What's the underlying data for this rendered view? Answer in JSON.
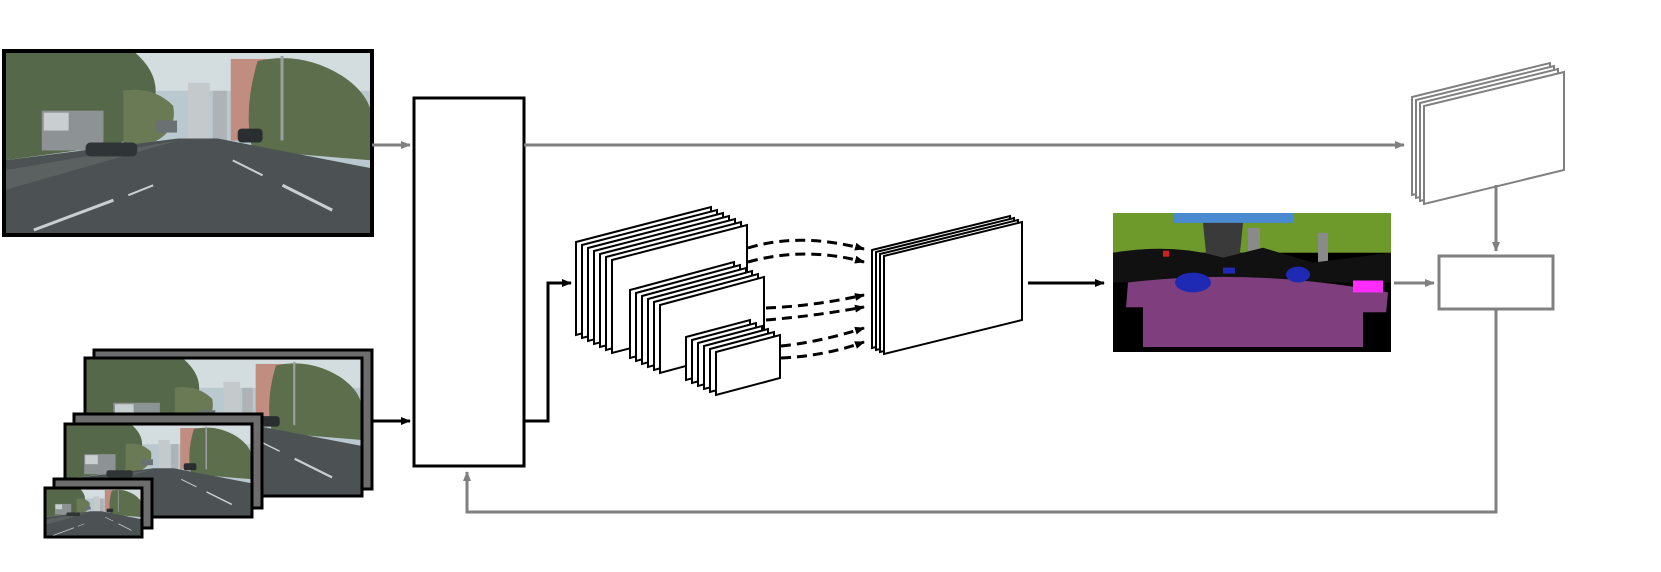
{
  "diagram": {
    "colors": {
      "background": "#ffffff",
      "black": "#000000",
      "gray_arrow": "#808080",
      "sky": "#b9c9cf",
      "road": "#4c5253",
      "trees": "#5a6b4a",
      "buildings": "#a8aeb0",
      "seg_vegetation": "#6e9a2c",
      "seg_road": "#7f3f7f",
      "seg_car": "#1e2ab4",
      "seg_sky": "#4a8ad0",
      "seg_sidewalk": "#ff2cff",
      "seg_void": "#000000",
      "seg_pole": "#8a8a8a"
    },
    "nodes": [
      {
        "id": "input-image",
        "kind": "image"
      },
      {
        "id": "image-pyramid",
        "kind": "image-stack",
        "levels": 4
      },
      {
        "id": "backbone",
        "kind": "box"
      },
      {
        "id": "multi-scale-features",
        "kind": "feature-stack",
        "scales": 3
      },
      {
        "id": "fused-features",
        "kind": "feature-stack"
      },
      {
        "id": "segmentation-output",
        "kind": "image"
      },
      {
        "id": "stored-features",
        "kind": "feature-stack"
      },
      {
        "id": "comparison-box",
        "kind": "box"
      }
    ],
    "edges": [
      {
        "from": "input-image",
        "to": "backbone",
        "style": "gray"
      },
      {
        "from": "image-pyramid",
        "to": "backbone",
        "style": "black"
      },
      {
        "from": "backbone",
        "to": "stored-features",
        "style": "gray"
      },
      {
        "from": "backbone",
        "to": "multi-scale-features",
        "style": "black"
      },
      {
        "from": "multi-scale-features",
        "to": "fused-features",
        "style": "dashed",
        "count": 6
      },
      {
        "from": "fused-features",
        "to": "segmentation-output",
        "style": "black"
      },
      {
        "from": "segmentation-output",
        "to": "comparison-box",
        "style": "gray"
      },
      {
        "from": "stored-features",
        "to": "comparison-box",
        "style": "gray"
      },
      {
        "from": "comparison-box",
        "to": "backbone",
        "style": "gray-feedback"
      }
    ]
  }
}
